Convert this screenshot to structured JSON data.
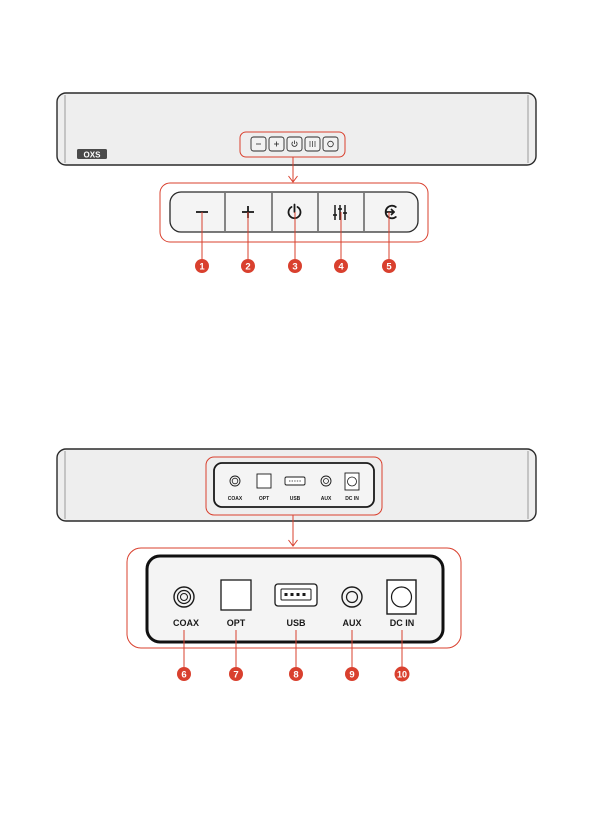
{
  "brand_logo": "OXS",
  "colors": {
    "accent": "#d9402e",
    "bar_fill": "#eeeeee",
    "outline": "#2a2a2a",
    "button_fill": "#f0f0f0"
  },
  "top_panel": {
    "buttons": [
      {
        "number": "1",
        "icon": "minus-icon"
      },
      {
        "number": "2",
        "icon": "plus-icon"
      },
      {
        "number": "3",
        "icon": "power-icon"
      },
      {
        "number": "4",
        "icon": "equalizer-icon"
      },
      {
        "number": "5",
        "icon": "input-source-icon"
      }
    ]
  },
  "bottom_panel": {
    "ports": [
      {
        "number": "6",
        "label": "COAX"
      },
      {
        "number": "7",
        "label": "OPT"
      },
      {
        "number": "8",
        "label": "USB"
      },
      {
        "number": "9",
        "label": "AUX"
      },
      {
        "number": "10",
        "label": "DC IN"
      }
    ]
  }
}
